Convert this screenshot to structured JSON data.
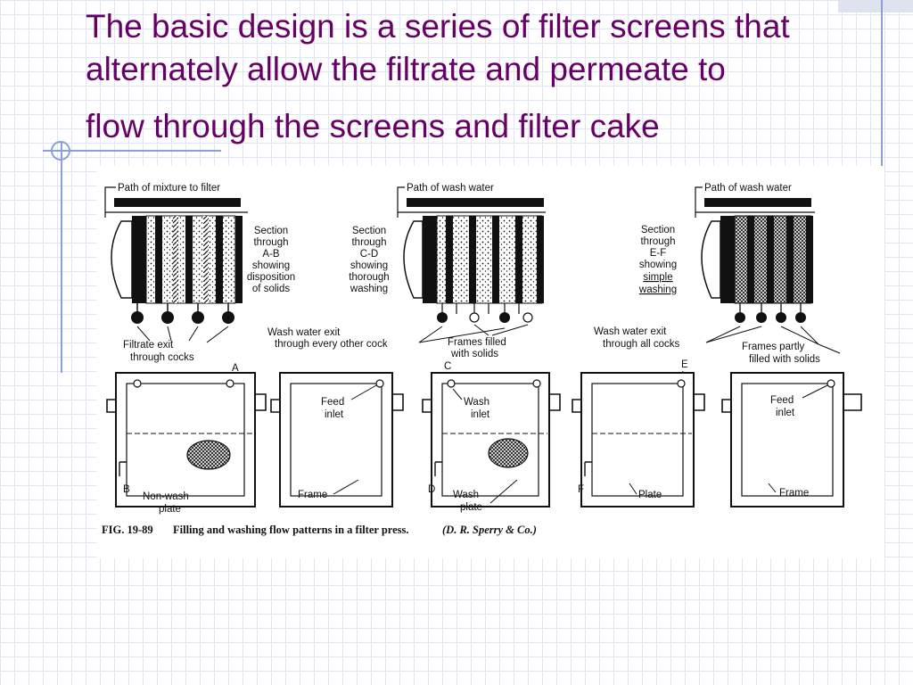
{
  "slide": {
    "title_lines": [
      "The basic design is a series of filter screens that",
      "alternately allow the filtrate and permeate to",
      "flow through the screens and filter cake"
    ]
  },
  "figure": {
    "sections": [
      {
        "path_label": "Path of mixture to filter",
        "section_lines": [
          "Section",
          "through",
          "A-B",
          "showing",
          "disposition",
          "of solids"
        ],
        "notes": [
          "Filtrate exit",
          "through cocks"
        ]
      },
      {
        "path_label": "Path of wash water",
        "section_lines": [
          "Section",
          "through",
          "C-D",
          "showing",
          "thorough",
          "washing"
        ],
        "notes": [
          "Wash water exit",
          "through every other cock",
          "Frames filled",
          "with solids"
        ]
      },
      {
        "path_label": "Path of wash water",
        "section_lines": [
          "Section",
          "through",
          "E-F",
          "showing",
          "simple",
          "washing"
        ],
        "notes": [
          "Wash water exit",
          "through all cocks",
          "Frames partly",
          "filled with solids"
        ]
      }
    ],
    "letters": [
      "A",
      "B",
      "C",
      "D",
      "E",
      "F"
    ],
    "plates": {
      "feed_inlet": [
        "Feed",
        "inlet"
      ],
      "wash_inlet": [
        "Wash",
        "inlet"
      ],
      "non_wash_plate": [
        "Non-wash",
        "plate"
      ],
      "frame": "Frame",
      "wash_plate": [
        "Wash",
        "plate"
      ],
      "plate": "Plate"
    },
    "caption": {
      "fig_number": "FIG. 19-89",
      "text": "Filling and washing flow patterns in a filter press.",
      "source": "(D. R. Sperry & Co.)"
    }
  }
}
